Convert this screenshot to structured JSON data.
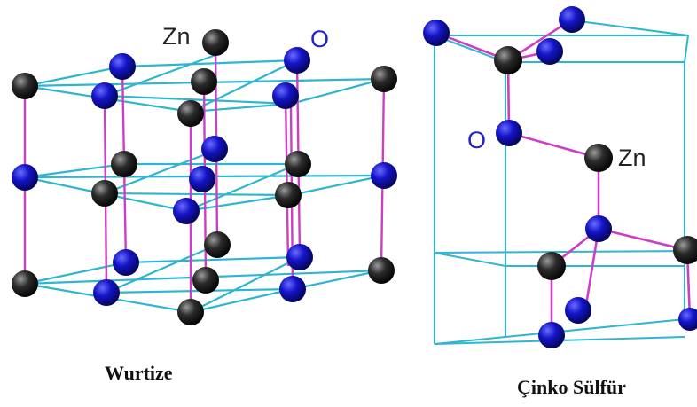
{
  "left_panel": {
    "caption": "Wurtize",
    "zn_label": "Zn",
    "o_label": "O"
  },
  "right_panel": {
    "caption": "Çinko Sülfür",
    "zn_label": "Zn",
    "o_label": "O"
  },
  "colors": {
    "lattice_line": "#2fb6cf",
    "bond_line": "#cc3fc4",
    "zn_atom": "#111111",
    "o_atom": "#1010b8",
    "zn_text": "#222222",
    "o_text": "#2222cc"
  }
}
